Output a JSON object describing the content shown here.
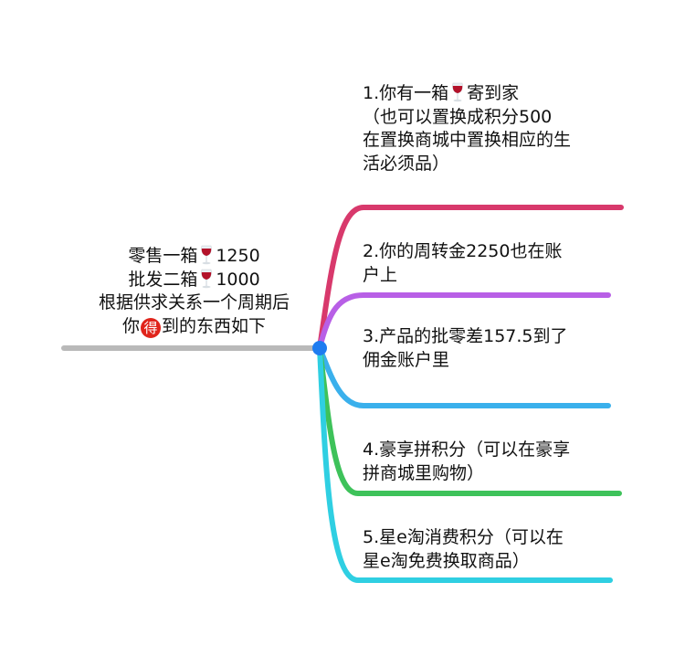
{
  "root": {
    "line1_pre": "零售一箱",
    "line1_post": "1250",
    "line2_pre": "批发二箱",
    "line2_post": "1000",
    "line3": "根据供求关系一个周期后",
    "line4_pre": "你",
    "line4_badge": "得",
    "line4_post": "到的东西如下"
  },
  "branches": [
    {
      "color": "#d8396c",
      "lines": [
        "1.你有一箱",
        "寄到家",
        "（也可以置换成积分500",
        "在置换商城中置换相应的生",
        "活必须品）"
      ]
    },
    {
      "color": "#b85fe6",
      "lines": [
        "2.你的周转金2250也在账",
        "户上"
      ]
    },
    {
      "color": "#3ab0ec",
      "lines": [
        "3.产品的批零差157.5到了",
        "佣金账户里"
      ]
    },
    {
      "color": "#3ec25a",
      "lines": [
        "4.豪享拼积分（可以在豪享",
        "拼商城里购物）"
      ]
    },
    {
      "color": "#2fcfe2",
      "lines": [
        "5.星e淘消费积分（可以在",
        "星e淘免费换取商品）"
      ]
    }
  ],
  "icons": {
    "wine": "wine-glass-icon"
  }
}
